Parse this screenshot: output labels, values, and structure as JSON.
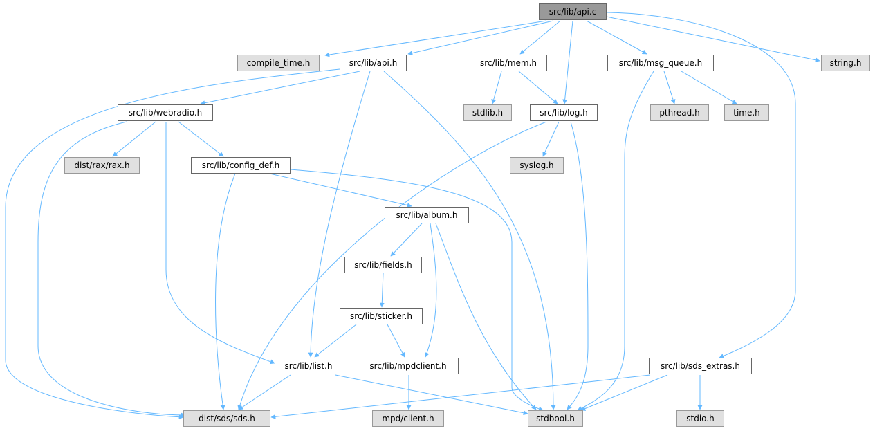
{
  "colors": {
    "edge": "#63b8ff",
    "root_fill": "#999999",
    "external_fill": "#e0e0e0",
    "local_fill": "#ffffff"
  },
  "nodes": [
    {
      "id": "api_c",
      "label": "src/lib/api.c",
      "kind": "root"
    },
    {
      "id": "compile_time_h",
      "label": "compile_time.h",
      "kind": "ext"
    },
    {
      "id": "api_h",
      "label": "src/lib/api.h",
      "kind": "local"
    },
    {
      "id": "mem_h",
      "label": "src/lib/mem.h",
      "kind": "local"
    },
    {
      "id": "msg_queue_h",
      "label": "src/lib/msg_queue.h",
      "kind": "local"
    },
    {
      "id": "string_h",
      "label": "string.h",
      "kind": "ext"
    },
    {
      "id": "webradio_h",
      "label": "src/lib/webradio.h",
      "kind": "local"
    },
    {
      "id": "stdlib_h",
      "label": "stdlib.h",
      "kind": "ext"
    },
    {
      "id": "log_h",
      "label": "src/lib/log.h",
      "kind": "local"
    },
    {
      "id": "pthread_h",
      "label": "pthread.h",
      "kind": "ext"
    },
    {
      "id": "time_h",
      "label": "time.h",
      "kind": "ext"
    },
    {
      "id": "rax_h",
      "label": "dist/rax/rax.h",
      "kind": "ext"
    },
    {
      "id": "config_def_h",
      "label": "src/lib/config_def.h",
      "kind": "local"
    },
    {
      "id": "syslog_h",
      "label": "syslog.h",
      "kind": "ext"
    },
    {
      "id": "album_h",
      "label": "src/lib/album.h",
      "kind": "local"
    },
    {
      "id": "fields_h",
      "label": "src/lib/fields.h",
      "kind": "local"
    },
    {
      "id": "sticker_h",
      "label": "src/lib/sticker.h",
      "kind": "local"
    },
    {
      "id": "list_h",
      "label": "src/lib/list.h",
      "kind": "local"
    },
    {
      "id": "mpdclient_h",
      "label": "src/lib/mpdclient.h",
      "kind": "local"
    },
    {
      "id": "sds_extras_h",
      "label": "src/lib/sds_extras.h",
      "kind": "local"
    },
    {
      "id": "sds_h",
      "label": "dist/sds/sds.h",
      "kind": "ext"
    },
    {
      "id": "client_h",
      "label": "mpd/client.h",
      "kind": "ext"
    },
    {
      "id": "stdbool_h",
      "label": "stdbool.h",
      "kind": "ext"
    },
    {
      "id": "stdio_h",
      "label": "stdio.h",
      "kind": "ext"
    }
  ],
  "edges": [
    [
      "api_c",
      "compile_time_h"
    ],
    [
      "api_c",
      "api_h"
    ],
    [
      "api_c",
      "mem_h"
    ],
    [
      "api_c",
      "log_h"
    ],
    [
      "api_c",
      "msg_queue_h"
    ],
    [
      "api_c",
      "string_h"
    ],
    [
      "api_c",
      "sds_extras_h"
    ],
    [
      "api_h",
      "webradio_h"
    ],
    [
      "api_h",
      "list_h"
    ],
    [
      "api_h",
      "stdbool_h"
    ],
    [
      "api_h",
      "sds_h"
    ],
    [
      "mem_h",
      "stdlib_h"
    ],
    [
      "mem_h",
      "log_h"
    ],
    [
      "msg_queue_h",
      "pthread_h"
    ],
    [
      "msg_queue_h",
      "time_h"
    ],
    [
      "msg_queue_h",
      "stdbool_h"
    ],
    [
      "log_h",
      "syslog_h"
    ],
    [
      "log_h",
      "sds_h"
    ],
    [
      "log_h",
      "stdbool_h"
    ],
    [
      "webradio_h",
      "rax_h"
    ],
    [
      "webradio_h",
      "config_def_h"
    ],
    [
      "webradio_h",
      "list_h"
    ],
    [
      "webradio_h",
      "sds_h"
    ],
    [
      "config_def_h",
      "album_h"
    ],
    [
      "config_def_h",
      "stdbool_h"
    ],
    [
      "config_def_h",
      "sds_h"
    ],
    [
      "album_h",
      "fields_h"
    ],
    [
      "album_h",
      "mpdclient_h"
    ],
    [
      "album_h",
      "stdbool_h"
    ],
    [
      "fields_h",
      "sticker_h"
    ],
    [
      "sticker_h",
      "list_h"
    ],
    [
      "sticker_h",
      "mpdclient_h"
    ],
    [
      "list_h",
      "sds_h"
    ],
    [
      "list_h",
      "stdbool_h"
    ],
    [
      "mpdclient_h",
      "client_h"
    ],
    [
      "sds_extras_h",
      "sds_h"
    ],
    [
      "sds_extras_h",
      "stdbool_h"
    ],
    [
      "sds_extras_h",
      "stdio_h"
    ]
  ]
}
